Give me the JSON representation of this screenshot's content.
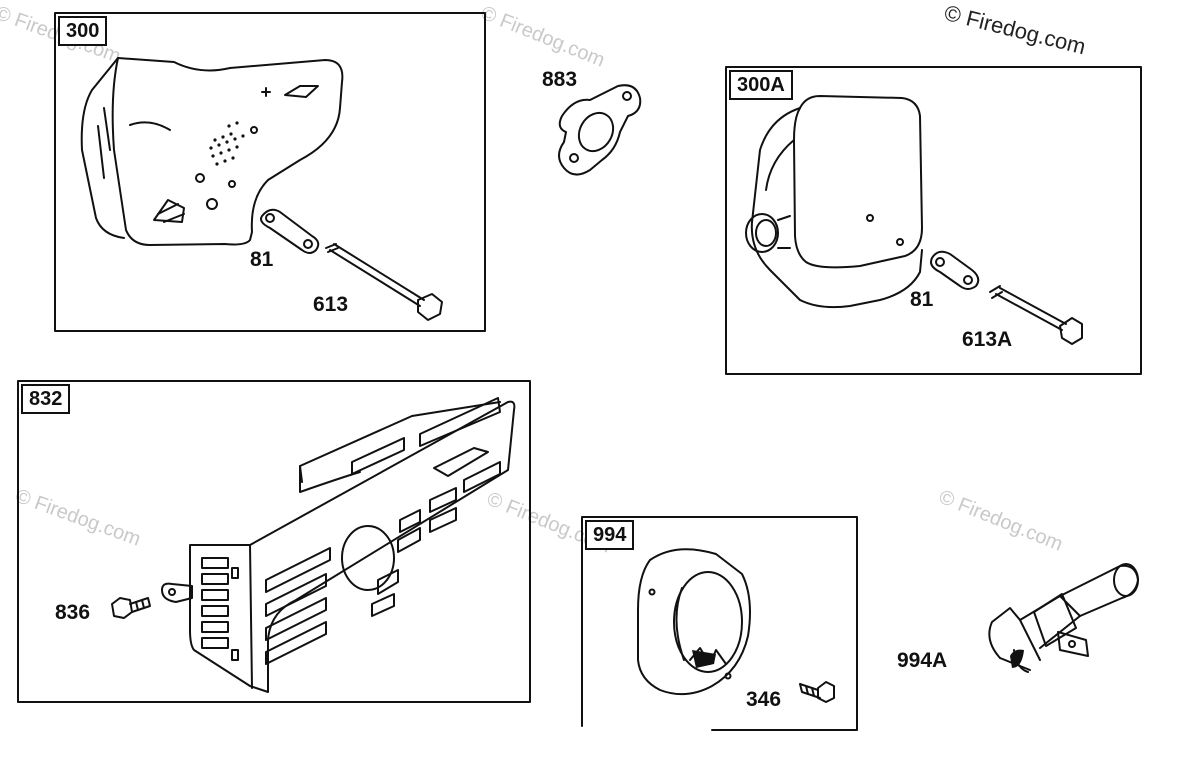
{
  "watermark_text": "© Firedog.com",
  "boxes": {
    "b300": "300",
    "b300A": "300A",
    "b832": "832",
    "b994": "994"
  },
  "parts": {
    "p883": "883",
    "p81_left": "81",
    "p613": "613",
    "p81_right": "81",
    "p613A": "613A",
    "p836": "836",
    "p346": "346",
    "p994A": "994A"
  },
  "colors": {
    "line": "#111111",
    "watermark": "#c9c9c9"
  }
}
